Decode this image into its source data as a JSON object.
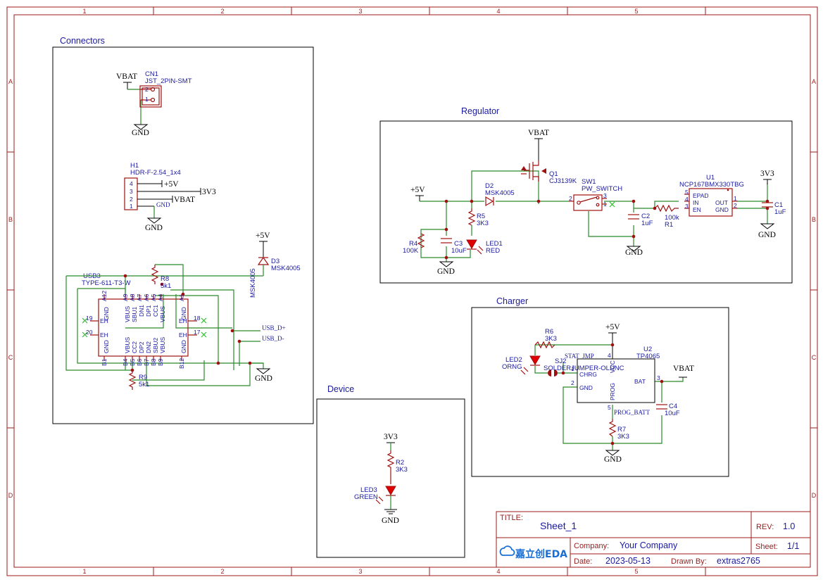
{
  "frame": {
    "columns": [
      "1",
      "2",
      "3",
      "4",
      "5"
    ],
    "rows": [
      "A",
      "B",
      "C",
      "D"
    ]
  },
  "sections": {
    "connectors": "Connectors",
    "regulator": "Regulator",
    "charger": "Charger",
    "device": "Device"
  },
  "connectors": {
    "cn1": {
      "ref": "CN1",
      "value": "JST_2PIN-SMT",
      "pins": [
        "2",
        "1"
      ],
      "net_top": "VBAT",
      "net_bottom": "GND"
    },
    "h1": {
      "ref": "H1",
      "value": "HDR-F-2.54_1x4",
      "pins": [
        "4",
        "3",
        "2",
        "1"
      ],
      "nets": [
        "+5V",
        "3V3",
        "VBAT",
        "GND"
      ],
      "gnd_label": "GND",
      "net_gnd": "GND"
    },
    "d3": {
      "ref": "D3",
      "value": "MSK4005",
      "net": "+5V",
      "side_label": "MSK4005"
    },
    "usb3": {
      "ref": "USB3",
      "value": "TYPE-611-T3-W",
      "top_pins": [
        "A12",
        "A9",
        "A8",
        "A7",
        "A6",
        "A5",
        "A4",
        "A1"
      ],
      "top_labels": [
        "GND",
        "VBUS",
        "SBU1",
        "DN1",
        "DP1",
        "CC1",
        "VBUS",
        "GND"
      ],
      "bottom_pins": [
        "B1",
        "B4",
        "B5",
        "B6",
        "B7",
        "B8",
        "B9",
        "B12"
      ],
      "bottom_labels": [
        "GND",
        "VBUS",
        "CC2",
        "DP2",
        "DN2",
        "SBU2",
        "VBUS",
        "GND"
      ],
      "side_pins": [
        "19",
        "20",
        "18",
        "17"
      ],
      "side_labels": [
        "EH",
        "EH",
        "EH",
        "EH"
      ],
      "net_dp": "USB_D+",
      "net_dn": "USB_D-",
      "net_gnd": "GND"
    },
    "r8": {
      "ref": "R8",
      "value": "5k1"
    },
    "r9": {
      "ref": "R9",
      "value": "5k1"
    }
  },
  "regulator": {
    "q1": {
      "ref": "Q1",
      "value": "CJ3139K",
      "net": "VBAT"
    },
    "d2": {
      "ref": "D2",
      "value": "MSK4005"
    },
    "input_net": "+5V",
    "r5": {
      "ref": "R5",
      "value": "3K3"
    },
    "r4": {
      "ref": "R4",
      "value": "100K"
    },
    "c3": {
      "ref": "C3",
      "value": "10uF"
    },
    "led1": {
      "ref": "LED1",
      "value": "RED"
    },
    "gnd1": "GND",
    "sw1": {
      "ref": "SW1",
      "value": "PW_SWITCH",
      "pins": [
        "2",
        "3",
        "1"
      ]
    },
    "c2": {
      "ref": "C2",
      "value": "1uF"
    },
    "gnd2": "GND",
    "r1": {
      "ref": "R1",
      "value": "100k"
    },
    "u1": {
      "ref": "U1",
      "value": "NCP167BMX330TBG",
      "left_pins": [
        "5",
        "4",
        "3"
      ],
      "left_labels": [
        "EPAD",
        "IN",
        "EN"
      ],
      "right_pins": [
        "1",
        "2"
      ],
      "right_labels": [
        "OUT",
        "GND"
      ]
    },
    "out_net": "3V3",
    "c1": {
      "ref": "C1",
      "value": "1uF"
    },
    "gnd3": "GND"
  },
  "charger": {
    "r6": {
      "ref": "R6",
      "value": "3K3"
    },
    "net_5v": "+5V",
    "led2": {
      "ref": "LED2",
      "value": "ORNG"
    },
    "sj2": {
      "ref": "SJ2",
      "value": "SOLDERJUMPER-OLDNC"
    },
    "stat_net": "STAT_JMP",
    "u2": {
      "ref": "U2",
      "value": "TP4065",
      "pin_labels": [
        "CHRG",
        "GND",
        "VCC",
        "PROG",
        "BAT"
      ],
      "pin_numbers": [
        "1",
        "2",
        "4",
        "5",
        "3"
      ]
    },
    "vbat": "VBAT",
    "c4": {
      "ref": "C4",
      "value": "10uF"
    },
    "prog_net": "PROG_BATT",
    "r7": {
      "ref": "R7",
      "value": "3K3"
    },
    "gnd": "GND"
  },
  "device": {
    "net": "3V3",
    "r2": {
      "ref": "R2",
      "value": "3K3"
    },
    "led3": {
      "ref": "LED3",
      "value": "GREEN"
    },
    "gnd": "GND"
  },
  "titleblock": {
    "title_label": "TITLE:",
    "title": "Sheet_1",
    "rev_label": "REV:",
    "rev": "1.0",
    "logo": "嘉立创EDA",
    "company_label": "Company:",
    "company": "Your Company",
    "sheet_label": "Sheet:",
    "sheet": "1/1",
    "date_label": "Date:",
    "date": "2023-05-13",
    "drawn_label": "Drawn By:",
    "drawn": "extras2765"
  },
  "colors": {
    "frame": "#9b1b1b",
    "wire": "#2b8a2b",
    "text": "#1a1aa0",
    "component": "#a01010",
    "led": "#e00000",
    "noconnect": "#33bb33"
  }
}
